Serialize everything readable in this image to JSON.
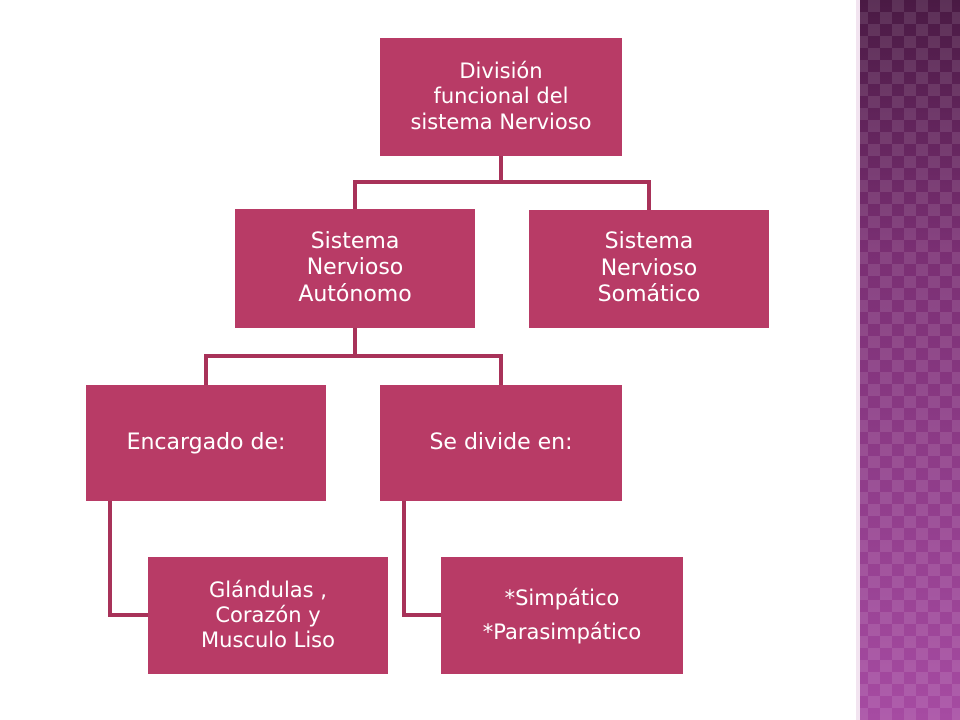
{
  "diagram": {
    "type": "hierarchy",
    "colors": {
      "node_fill": "#b83b66",
      "node_text": "#ffffff",
      "connector": "#a83259",
      "sidebar": "#8a3a88"
    },
    "nodes": {
      "root": "División\nfuncional del\nsistema Nervioso",
      "autonomo": "Sistema\nNervioso\nAutónomo",
      "somatico": "Sistema\nNervioso\nSomático",
      "encargado": "Encargado de:",
      "divide": "Se divide en:",
      "glandulas": "Glándulas ,\nCorazón y\nMusculo Liso",
      "simpatico": "*Simpático\n*Parasimpático"
    },
    "edges": [
      [
        "root",
        "autonomo"
      ],
      [
        "root",
        "somatico"
      ],
      [
        "autonomo",
        "encargado"
      ],
      [
        "autonomo",
        "divide"
      ],
      [
        "encargado",
        "glandulas"
      ],
      [
        "divide",
        "simpatico"
      ]
    ]
  }
}
